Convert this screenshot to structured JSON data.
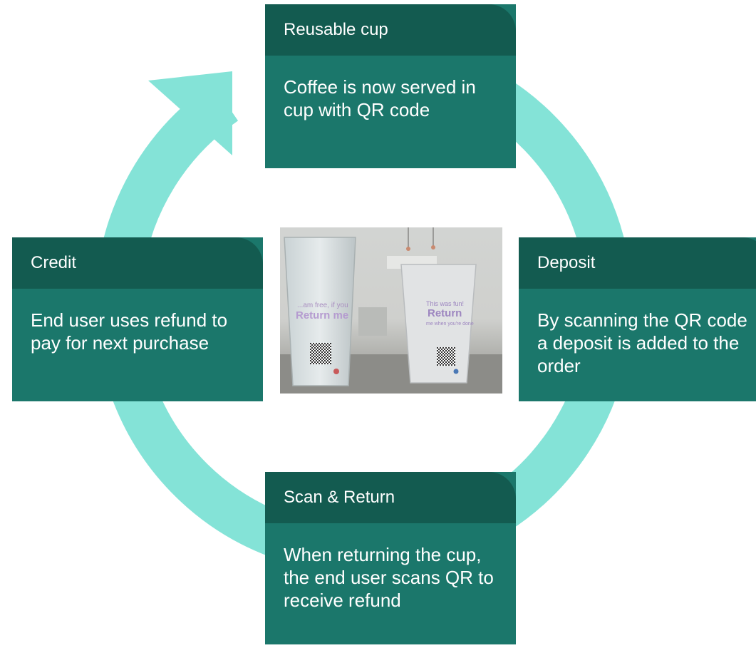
{
  "colors": {
    "ring": "#84e3d7",
    "card_header": "#135b50",
    "card_body": "#1b776b",
    "text": "#ffffff"
  },
  "steps": [
    {
      "title": "Reusable cup",
      "text": "Coffee is now served in cup with QR code"
    },
    {
      "title": "Deposit",
      "text": "By scanning the QR code a deposit is added to the order"
    },
    {
      "title": "Scan & Return",
      "text": "When returning the cup, the end user scans QR to receive refund"
    },
    {
      "title": "Credit",
      "text": "End user uses refund to pay for next purchase"
    }
  ],
  "photo": {
    "cup_left_text": "Return me",
    "cup_left_subtext": "...am free, if you",
    "cup_right_text": "Return",
    "cup_right_top": "This was fun!",
    "cup_right_bottom": "me when you're done"
  }
}
